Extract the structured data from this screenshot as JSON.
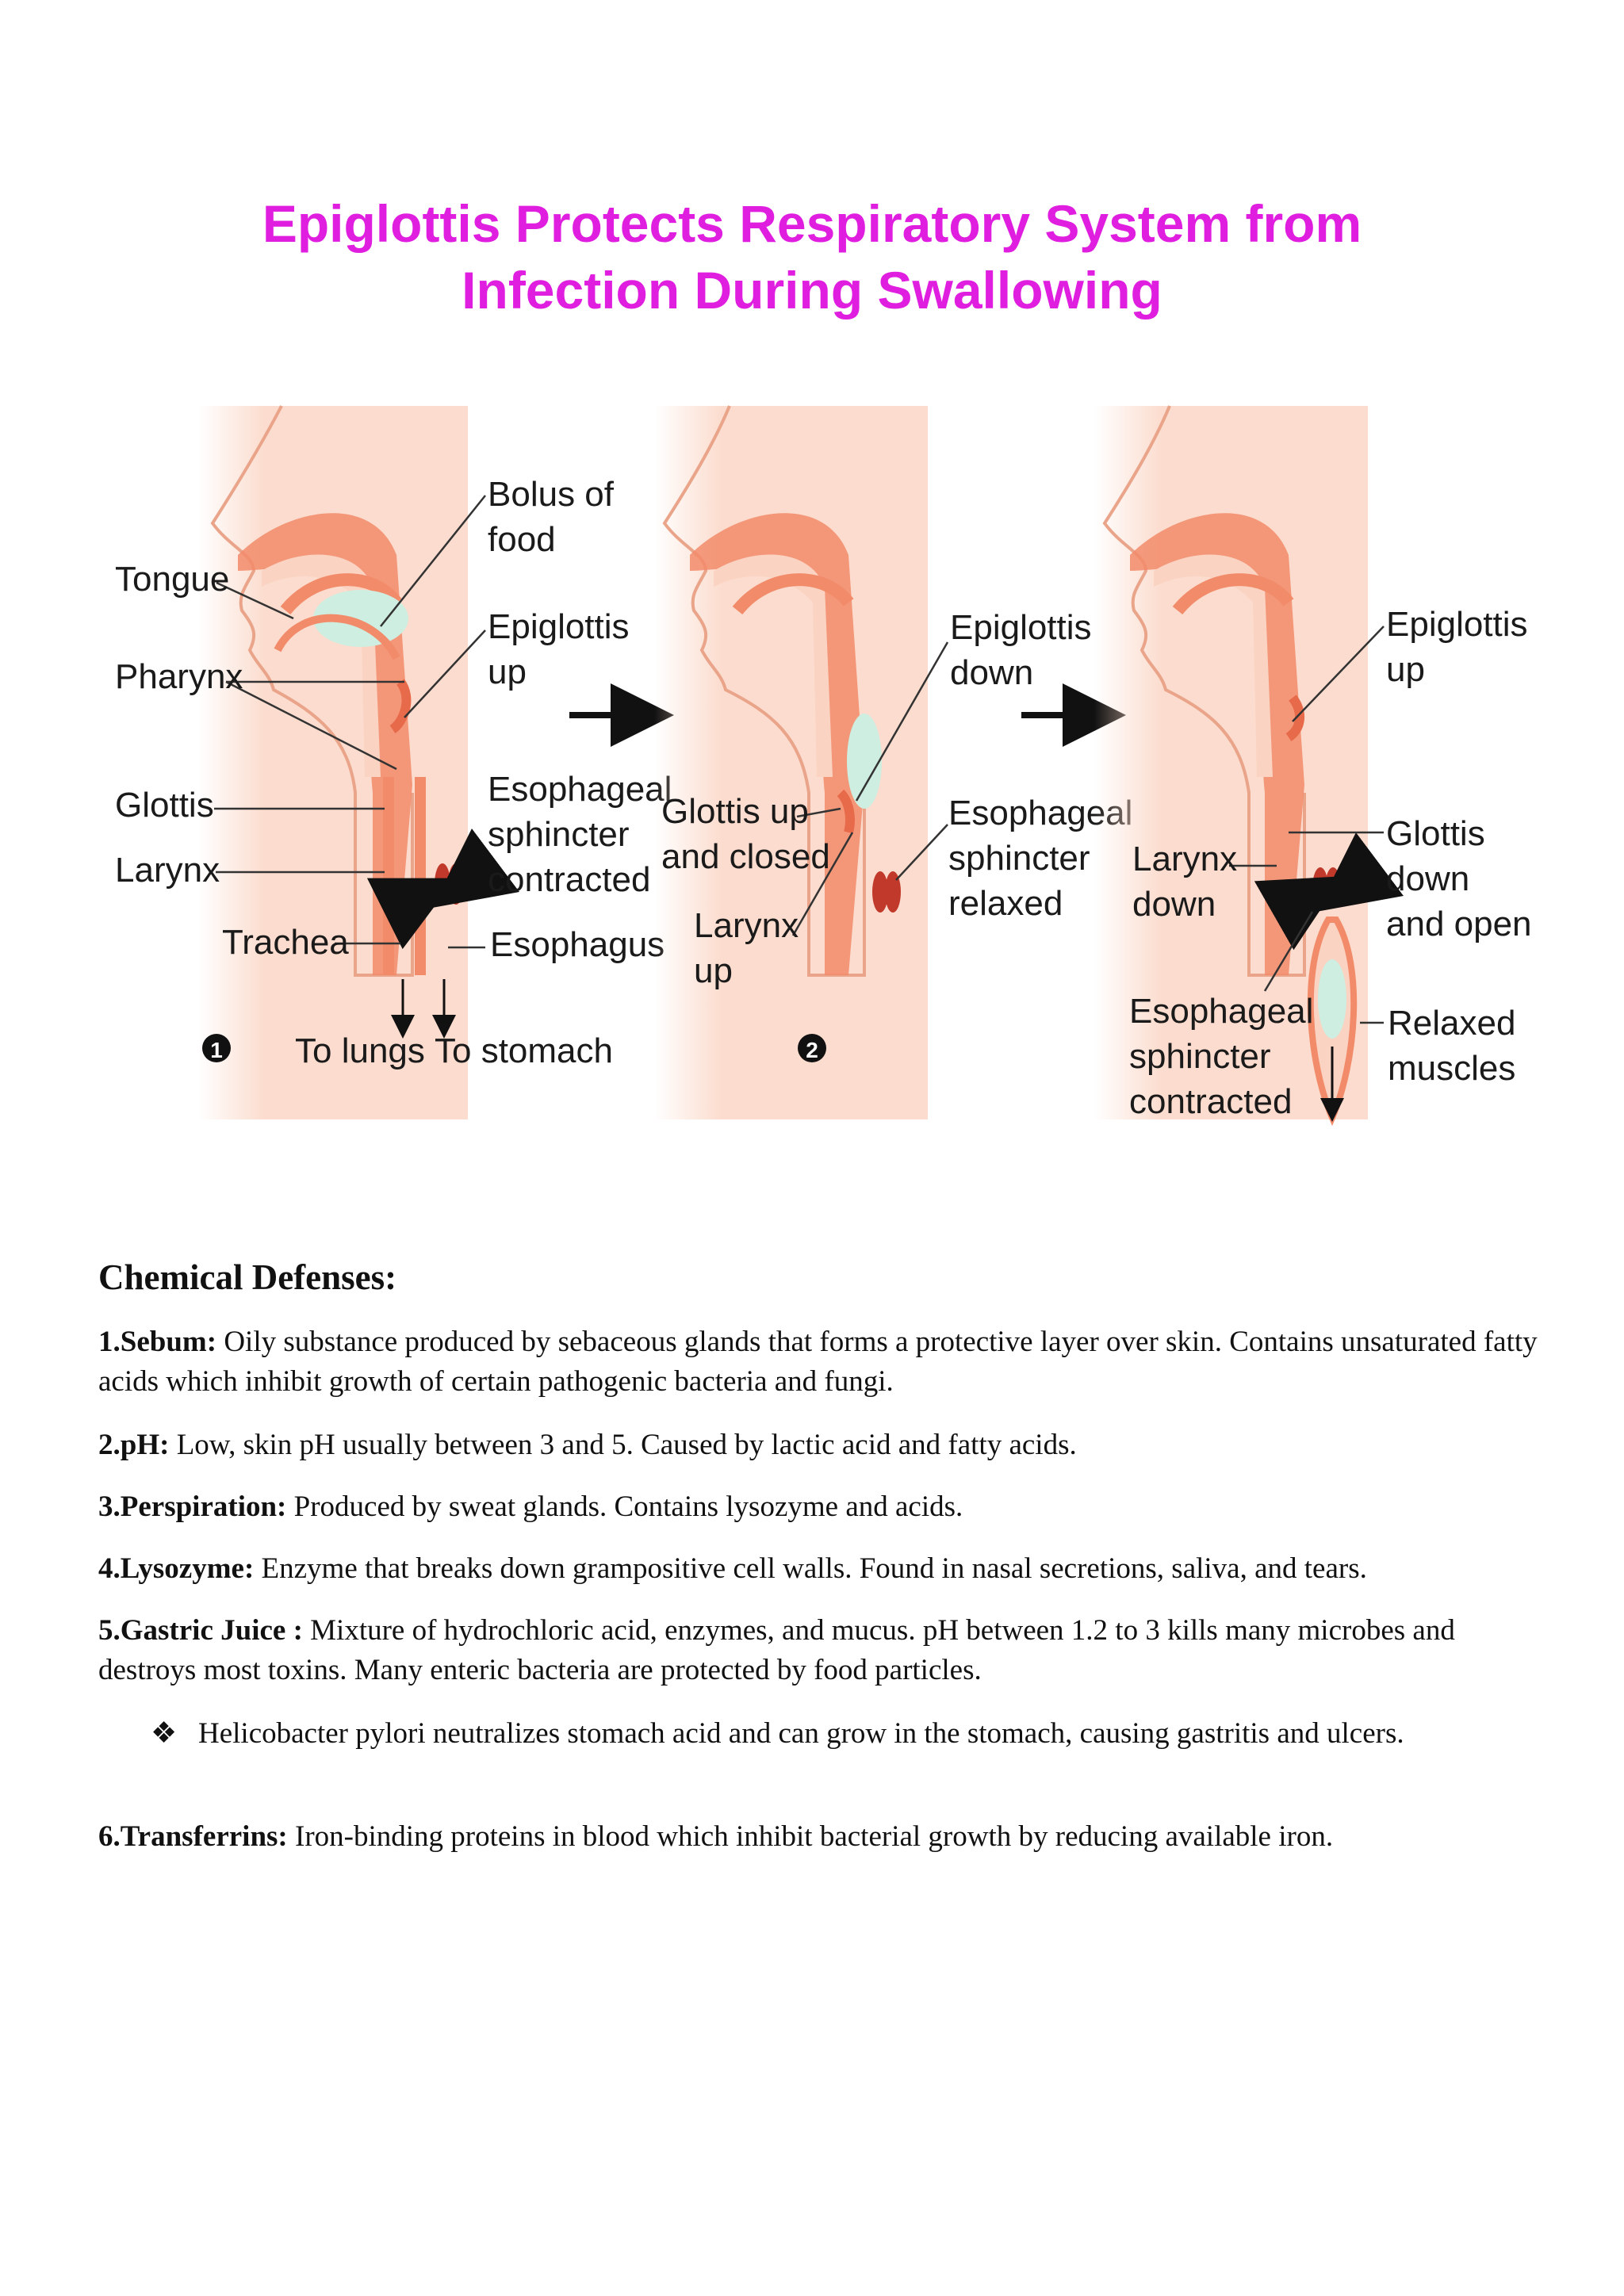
{
  "figure": {
    "title_line1": "Epiglottis Protects Respiratory System from",
    "title_line2": "Infection During Swallowing",
    "panel1": {
      "labels": {
        "tongue": "Tongue",
        "pharynx": "Pharynx",
        "glottis": "Glottis",
        "larynx": "Larynx",
        "trachea": "Trachea",
        "bolus_1": "Bolus of",
        "bolus_2": "food",
        "epiglottis_1": "Epiglottis",
        "epiglottis_2": "up",
        "sphincter_1": "Esophageal",
        "sphincter_2": "sphincter",
        "sphincter_3": "contracted",
        "esophagus": "Esophagus",
        "to_lungs": "To lungs",
        "to_stomach": "To stomach",
        "step": "1"
      }
    },
    "panel2": {
      "labels": {
        "glottis_1": "Glottis up",
        "glottis_2": "and closed",
        "larynx_1": "Larynx",
        "larynx_2": "up",
        "epiglottis_1": "Epiglottis",
        "epiglottis_2": "down",
        "sphincter_1": "Esophageal",
        "sphincter_2": "sphincter",
        "sphincter_3": "relaxed",
        "step": "2"
      }
    },
    "panel3": {
      "labels": {
        "epiglottis_1": "Epiglottis",
        "epiglottis_2": "up",
        "glottis_1": "Glottis",
        "glottis_2": "down",
        "glottis_3": "and open",
        "larynx_1": "Larynx",
        "larynx_2": "down",
        "sphincter_1": "Esophageal",
        "sphincter_2": "sphincter",
        "sphincter_3": "contracted",
        "relaxed_1": "Relaxed",
        "relaxed_2": "muscles"
      }
    },
    "colors": {
      "title": "#e01ee0",
      "tissue": "#f28b6a",
      "tissue_light": "#fbd3c2",
      "bolus": "#cdeee0",
      "arrow_blue": "#2b7bbf"
    }
  },
  "section": {
    "heading": "Chemical Defenses:",
    "items": [
      {
        "term": "1.Sebum:",
        "text": " Oily substance produced by sebaceous glands that forms a protective layer over skin. Contains unsaturated fatty acids which inhibit growth of certain pathogenic bacteria and fungi."
      },
      {
        "term": "2.pH:",
        "text": " Low, skin pH usually between 3 and 5. Caused by lactic acid and fatty acids."
      },
      {
        "term": "3.Perspiration:",
        "text": " Produced by sweat glands. Contains lysozyme and acids."
      },
      {
        "term": "4.Lysozyme:",
        "text": " Enzyme that breaks down grampositive cell walls. Found in nasal secretions, saliva, and tears."
      },
      {
        "term": "5.Gastric Juice :",
        "text": " Mixture of hydrochloric acid, enzymes, and mucus. pH between 1.2 to 3 kills many microbes and destroys most toxins. Many enteric bacteria are protected by food particles."
      },
      {
        "term": "6.Transferrins:",
        "text": " Iron-binding proteins in blood which inhibit bacterial growth by reducing available iron."
      }
    ],
    "bullet": {
      "glyph": "❖",
      "text": "Helicobacter pylori neutralizes stomach acid and can grow in the stomach, causing gastritis and ulcers."
    }
  }
}
